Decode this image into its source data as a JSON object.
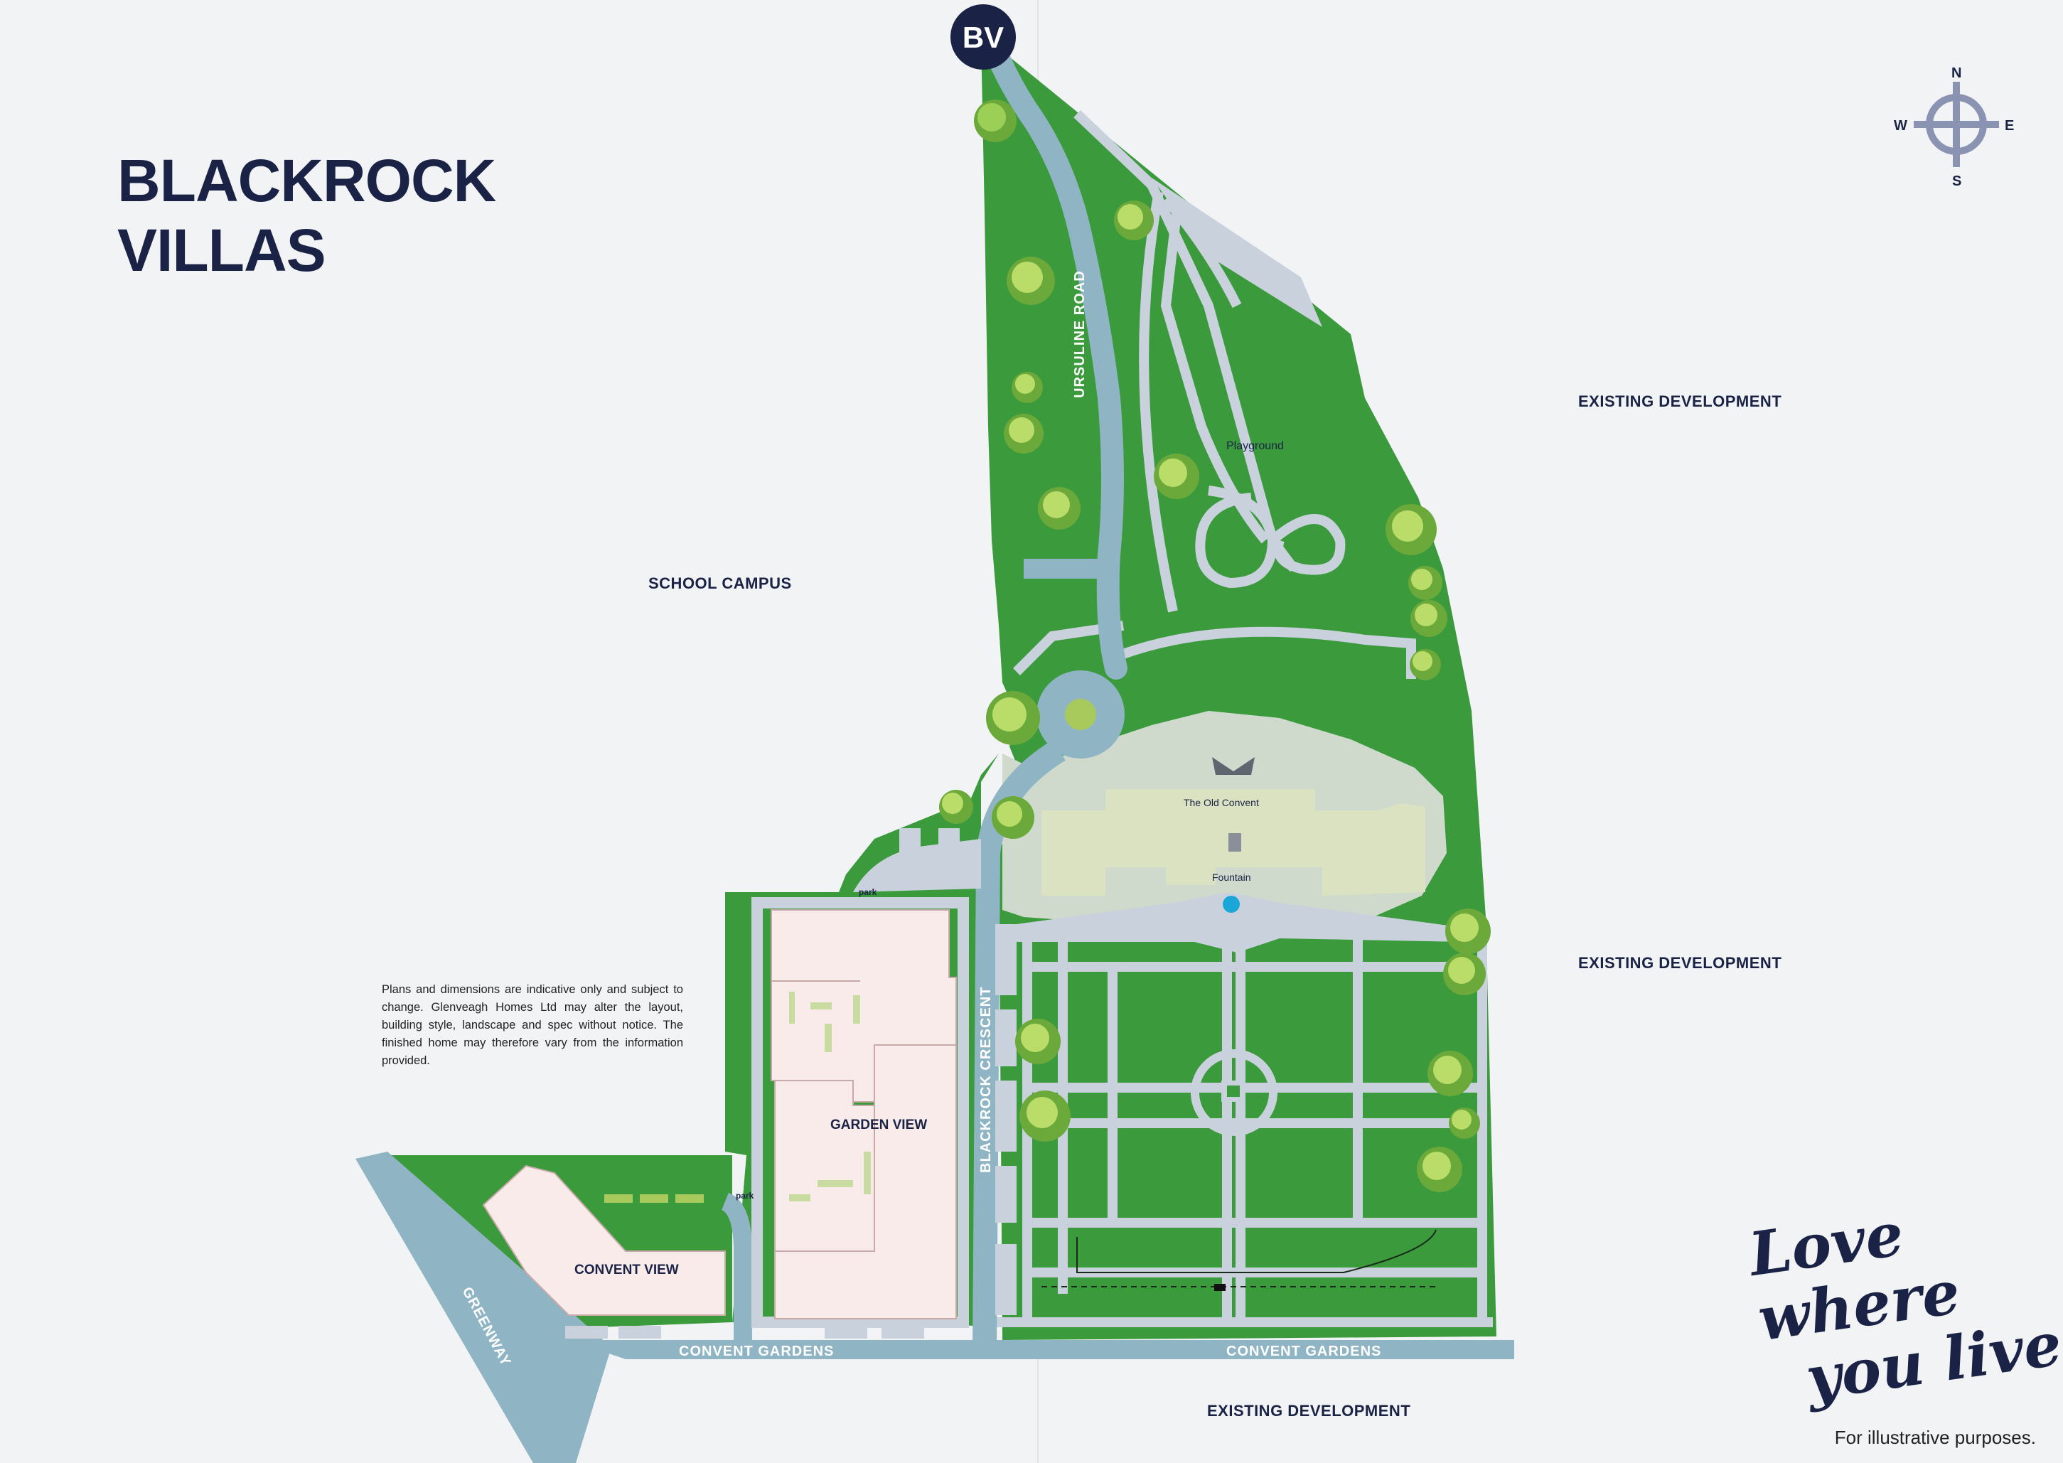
{
  "title": {
    "line1": "BLACKROCK",
    "line2": "VILLAS"
  },
  "badge": "BV",
  "compass": {
    "n": "N",
    "e": "E",
    "s": "S",
    "w": "W"
  },
  "areas": {
    "school_campus": "SCHOOL CAMPUS",
    "existing_1": "EXISTING DEVELOPMENT",
    "existing_2": "EXISTING DEVELOPMENT",
    "existing_3": "EXISTING DEVELOPMENT"
  },
  "roads": {
    "ursuline": "URSULINE ROAD",
    "blackrock_crescent": "BLACKROCK CRESCENT",
    "convent_gardens_1": "CONVENT GARDENS",
    "convent_gardens_2": "CONVENT GARDENS",
    "greenway": "GREENWAY"
  },
  "places": {
    "playground": "Playground",
    "old_convent": "The Old Convent",
    "fountain": "Fountain",
    "garden_view": "GARDEN VIEW",
    "convent_view": "CONVENT VIEW",
    "park_1": "park",
    "park_2": "park"
  },
  "disclaimer": "Plans and dimensions are indicative only and subject to change. Glenveagh Homes Ltd may alter the layout, building style, landscape and spec without notice. The finished home may therefore vary from the information provided.",
  "tagline": {
    "line1": "Love where",
    "line2": "you live"
  },
  "footnote": "For illustrative purposes.",
  "colors": {
    "navy": "#1a2346",
    "grass": "#3a9a3c",
    "road": "#8fb4c4",
    "path": "#c9d2dc",
    "building": "#f8ebe9",
    "background": "#f2f3f5"
  }
}
